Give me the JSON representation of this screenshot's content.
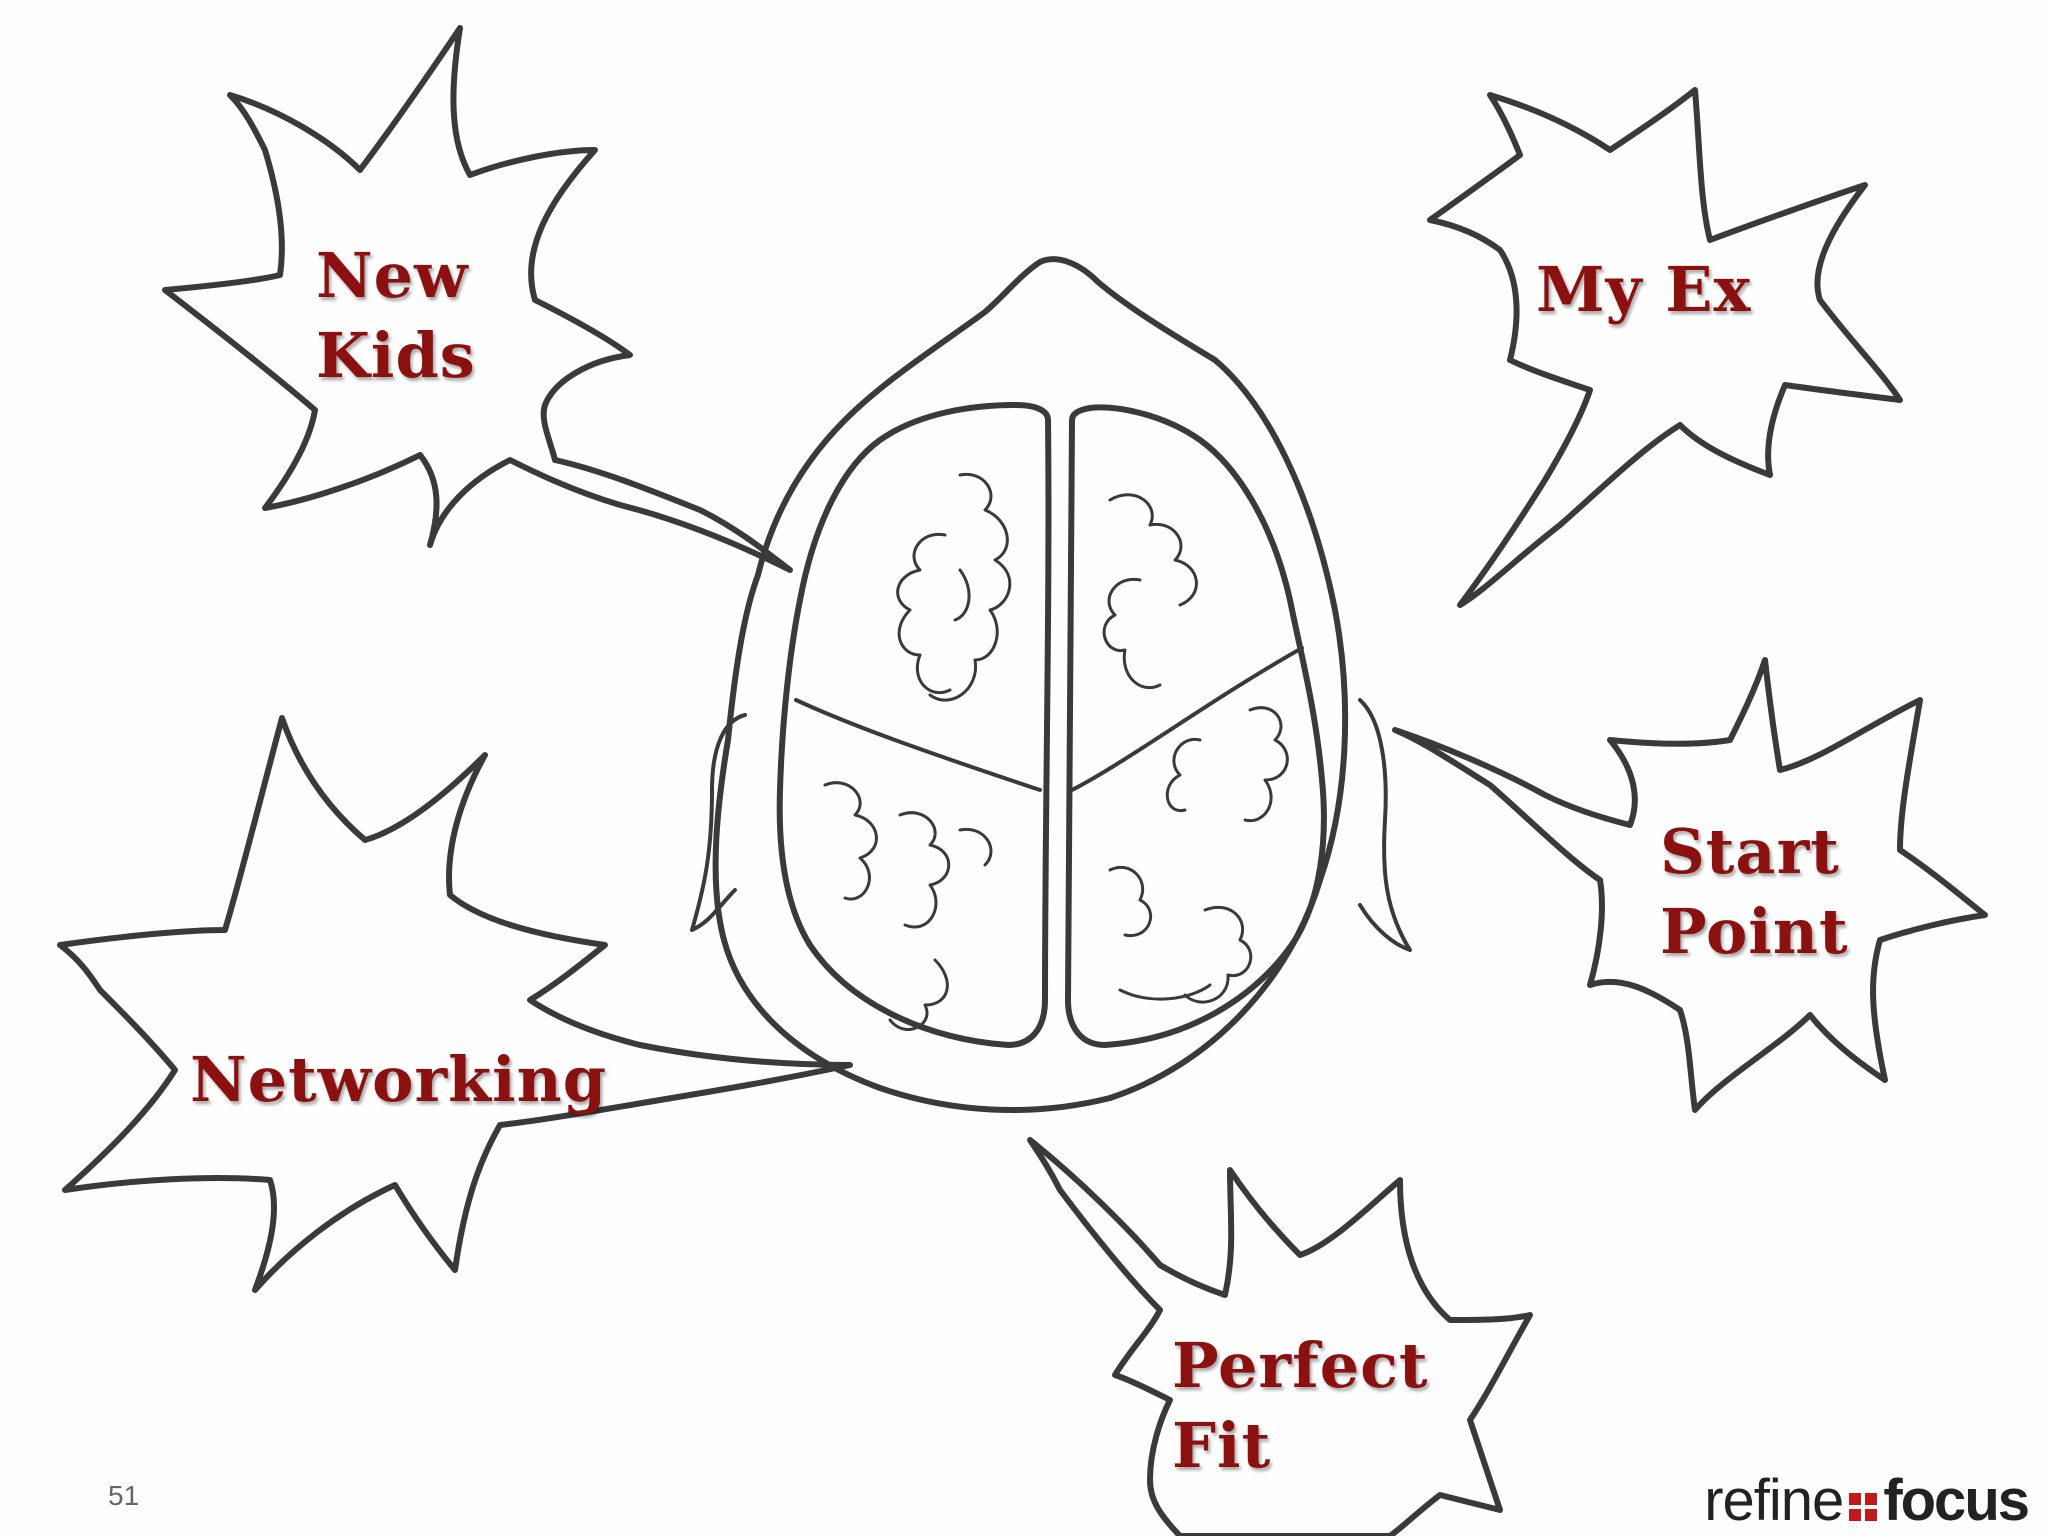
{
  "accent_color": "#8b1010",
  "slide_number": "51",
  "logo": {
    "light_text": "refine",
    "bold_text": "focus",
    "mark_color": "#c0181b"
  },
  "bubbles": [
    {
      "id": "new-kids",
      "lines": [
        "New",
        "Kids"
      ]
    },
    {
      "id": "my-ex",
      "lines": [
        "My Ex"
      ]
    },
    {
      "id": "start-point",
      "lines": [
        "Start",
        "Point"
      ]
    },
    {
      "id": "networking",
      "lines": [
        "Networking"
      ]
    },
    {
      "id": "perfect-fit",
      "lines": [
        "Perfect",
        "Fit"
      ]
    }
  ]
}
